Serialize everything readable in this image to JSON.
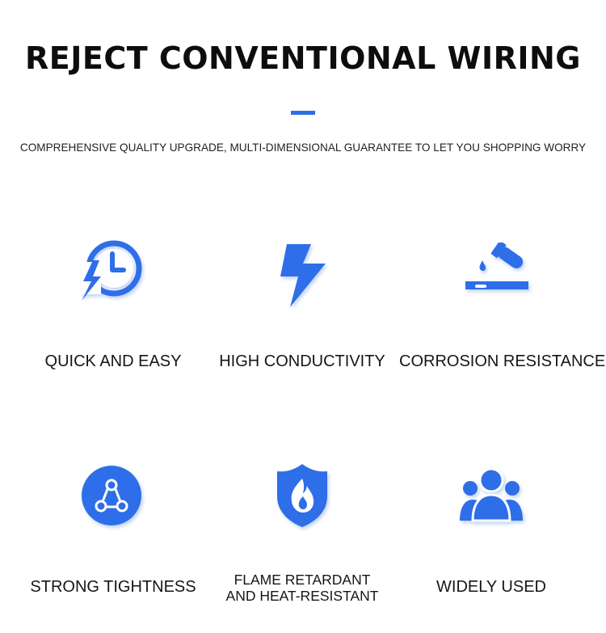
{
  "header": {
    "title": "REJECT CONVENTIONAL WIRING",
    "subtitle": "COMPREHENSIVE QUALITY UPGRADE, MULTI-DIMENSIONAL GUARANTEE TO LET YOU SHOPPING WORRY"
  },
  "colors": {
    "accent": "#2f6ee8",
    "icon_blue": "#2f6ee8"
  },
  "features": [
    {
      "icon": "clock-lightning-icon",
      "label": "QUICK AND EASY"
    },
    {
      "icon": "lightning-bolt-icon",
      "label": "HIGH CONDUCTIVITY"
    },
    {
      "icon": "test-tube-corrosion-icon",
      "label": "CORROSION RESISTANCE"
    },
    {
      "icon": "connection-nodes-icon",
      "label": "STRONG TIGHTNESS"
    },
    {
      "icon": "flame-shield-icon",
      "label_line1": "FLAME RETARDANT",
      "label_line2": "AND HEAT-RESISTANT"
    },
    {
      "icon": "group-users-icon",
      "label": "WIDELY USED"
    }
  ]
}
